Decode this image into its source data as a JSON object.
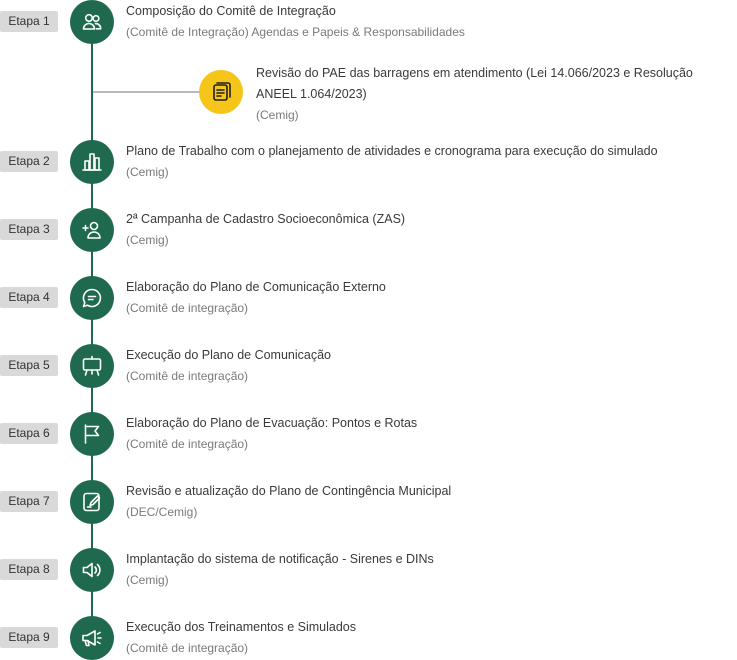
{
  "colors": {
    "accent_green": "#1f6a4f",
    "accent_yellow": "#f5c51a",
    "badge_bg": "#d9d9d9"
  },
  "side_item": {
    "icon": "document-icon",
    "title": "Revisão do PAE das barragens em atendimento (Lei 14.066/2023 e Resolução ANEEL 1.064/2023)",
    "sub": "(Cemig)"
  },
  "steps": [
    {
      "label": "Etapa 1",
      "icon": "people-icon",
      "title": "Composição do Comitê de Integração",
      "sub": "(Comitê de Integração) Agendas e Papeis & Responsabilidades"
    },
    {
      "label": "Etapa 2",
      "icon": "bar-chart-icon",
      "title": "Plano de Trabalho com o planejamento de atividades e cronograma para execução do simulado",
      "sub": "(Cemig)"
    },
    {
      "label": "Etapa 3",
      "icon": "add-user-icon",
      "title": "2ª Campanha de Cadastro Socioeconômica (ZAS)",
      "sub": "(Cemig)"
    },
    {
      "label": "Etapa 4",
      "icon": "chat-icon",
      "title": "Elaboração do Plano de Comunicação Externo",
      "sub": "(Comitê de integração)"
    },
    {
      "label": "Etapa 5",
      "icon": "presentation-icon",
      "title": "Execução do Plano de Comunicação",
      "sub": "(Comitê de integração)"
    },
    {
      "label": "Etapa 6",
      "icon": "flag-icon",
      "title": "Elaboração do Plano de Evacuação: Pontos e Rotas",
      "sub": "(Comitê de integração)"
    },
    {
      "label": "Etapa 7",
      "icon": "edit-document-icon",
      "title": "Revisão e atualização do Plano de Contingência Municipal",
      "sub": "(DEC/Cemig)"
    },
    {
      "label": "Etapa 8",
      "icon": "speaker-icon",
      "title": "Implantação do sistema de notificação - Sirenes e DINs",
      "sub": "(Cemig)"
    },
    {
      "label": "Etapa 9",
      "icon": "megaphone-icon",
      "title": "Execução dos Treinamentos e Simulados",
      "sub": "(Comitê de integração)"
    }
  ]
}
